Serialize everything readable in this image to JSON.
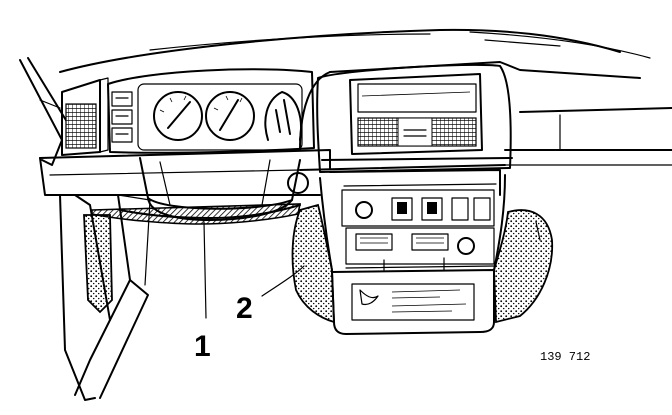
{
  "callouts": [
    {
      "id": "1",
      "label": "1"
    },
    {
      "id": "2",
      "label": "2"
    }
  ],
  "reference_code": "139 712"
}
